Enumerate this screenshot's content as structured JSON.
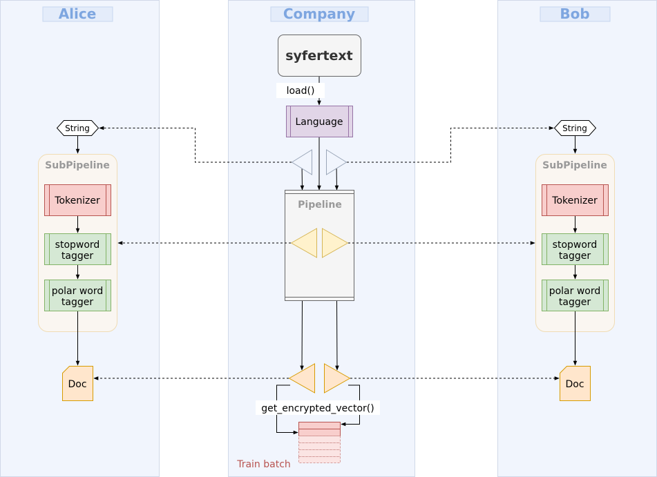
{
  "lanes": {
    "alice": "Alice",
    "company": "Company",
    "bob": "Bob"
  },
  "nodes": {
    "syfertext": "syfertext",
    "load_call": "load()",
    "language": "Language",
    "pipeline": "Pipeline",
    "encrypt_call": "get_encrypted_vector()",
    "train_batch": "Train batch"
  },
  "alice": {
    "string": "String",
    "subpipeline": "SubPipeline",
    "tokenizer": "Tokenizer",
    "stopword_1": "stopword",
    "stopword_2": "tagger",
    "polar_1": "polar word",
    "polar_2": "tagger",
    "doc": "Doc"
  },
  "bob": {
    "string": "String",
    "subpipeline": "SubPipeline",
    "tokenizer": "Tokenizer",
    "stopword_1": "stopword",
    "stopword_2": "tagger",
    "polar_1": "polar word",
    "polar_2": "tagger",
    "doc": "Doc"
  },
  "colors": {
    "lane_fill": "#f1f5fd",
    "lane_stroke": "#d0d8e8",
    "title_box": "#e4ecfa",
    "title_text": "#7ea6e0",
    "language_fill": "#e1d5e7",
    "language_stroke": "#9673a6",
    "tokenizer_fill": "#f8cecc",
    "tokenizer_stroke": "#b85450",
    "tagger_fill": "#d5e8d4",
    "tagger_stroke": "#82b366",
    "doc_fill": "#ffe6cc",
    "doc_stroke": "#d79b00",
    "sub_fill": "#faf6f1",
    "sub_stroke": "#f0dcb4"
  }
}
